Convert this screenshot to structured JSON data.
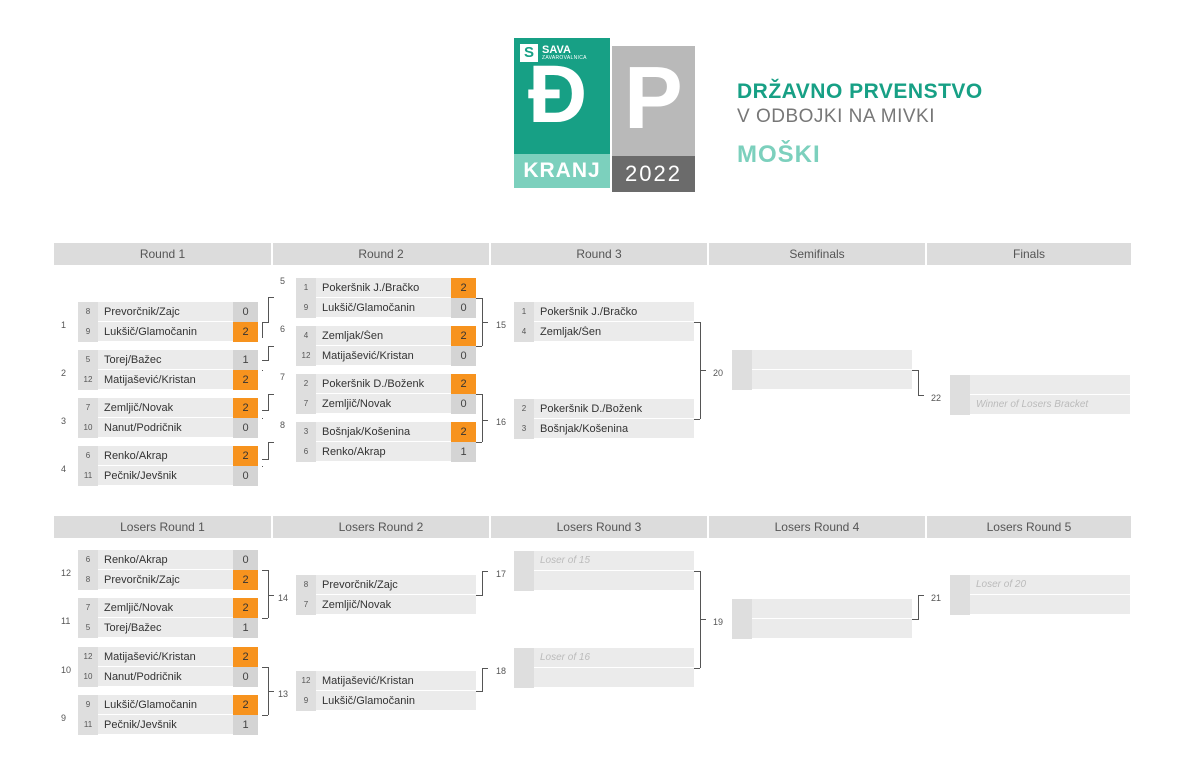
{
  "header": {
    "sponsor": "SAVA",
    "sponsor_sub": "ZAVAROVALNICA",
    "logo_d": "Đ",
    "logo_p": "P",
    "city": "KRANJ",
    "year": "2022",
    "title_line1": "DRŽAVNO PRVENSTVO",
    "title_line2": "V ODBOJKI NA MIVKI",
    "title_line3": "MOŠKI",
    "colors": {
      "green": "#17a085",
      "mint": "#7cd0bd",
      "grey": "#b9b9b9",
      "dark_grey": "#6b6b6b",
      "winner": "#f7931e"
    }
  },
  "winners_rounds": [
    "Round 1",
    "Round 2",
    "Round 3",
    "Semifinals",
    "Finals"
  ],
  "losers_rounds": [
    "Losers Round 1",
    "Losers Round 2",
    "Losers Round 3",
    "Losers Round 4",
    "Losers Round 5"
  ],
  "winners_matches": {
    "m1": {
      "num": "1",
      "teams": [
        {
          "seed": "8",
          "name": "Prevorčnik/Zajc",
          "score": "0"
        },
        {
          "seed": "9",
          "name": "Lukšič/Glamočanin",
          "score": "2"
        }
      ]
    },
    "m2": {
      "num": "2",
      "teams": [
        {
          "seed": "5",
          "name": "Torej/Bažec",
          "score": "1"
        },
        {
          "seed": "12",
          "name": "Matijašević/Kristan",
          "score": "2"
        }
      ]
    },
    "m3": {
      "num": "3",
      "teams": [
        {
          "seed": "7",
          "name": "Zemljič/Novak",
          "score": "2"
        },
        {
          "seed": "10",
          "name": "Nanut/Podričnik",
          "score": "0"
        }
      ]
    },
    "m4": {
      "num": "4",
      "teams": [
        {
          "seed": "6",
          "name": "Renko/Akrap",
          "score": "2"
        },
        {
          "seed": "11",
          "name": "Pečnik/Jevšnik",
          "score": "0"
        }
      ]
    },
    "m5": {
      "num": "5",
      "teams": [
        {
          "seed": "1",
          "name": "Pokeršnik J./Bračko",
          "score": "2"
        },
        {
          "seed": "9",
          "name": "Lukšič/Glamočanin",
          "score": "0"
        }
      ]
    },
    "m6": {
      "num": "6",
      "teams": [
        {
          "seed": "4",
          "name": "Zemljak/Šen",
          "score": "2"
        },
        {
          "seed": "12",
          "name": "Matijašević/Kristan",
          "score": "0"
        }
      ]
    },
    "m7": {
      "num": "7",
      "teams": [
        {
          "seed": "2",
          "name": "Pokeršnik D./Boženk",
          "score": "2"
        },
        {
          "seed": "7",
          "name": "Zemljič/Novak",
          "score": "0"
        }
      ]
    },
    "m8": {
      "num": "8",
      "teams": [
        {
          "seed": "3",
          "name": "Bošnjak/Košenina",
          "score": "2"
        },
        {
          "seed": "6",
          "name": "Renko/Akrap",
          "score": "1"
        }
      ]
    },
    "m15": {
      "num": "15",
      "teams": [
        {
          "seed": "1",
          "name": "Pokeršnik J./Bračko",
          "score": ""
        },
        {
          "seed": "4",
          "name": "Zemljak/Šen",
          "score": ""
        }
      ]
    },
    "m16": {
      "num": "16",
      "teams": [
        {
          "seed": "2",
          "name": "Pokeršnik D./Boženk",
          "score": ""
        },
        {
          "seed": "3",
          "name": "Bošnjak/Košenina",
          "score": ""
        }
      ]
    },
    "m20": {
      "num": "20",
      "teams": [
        {
          "seed": "",
          "name": "",
          "score": ""
        },
        {
          "seed": "",
          "name": "",
          "score": ""
        }
      ]
    },
    "m22": {
      "num": "22",
      "teams": [
        {
          "seed": "",
          "name": "",
          "score": ""
        },
        {
          "seed": "",
          "name": "Winner of Losers Bracket",
          "score": ""
        }
      ]
    }
  },
  "losers_matches": {
    "l12": {
      "num": "12",
      "teams": [
        {
          "seed": "6",
          "name": "Renko/Akrap",
          "score": "0"
        },
        {
          "seed": "8",
          "name": "Prevorčnik/Zajc",
          "score": "2"
        }
      ]
    },
    "l11": {
      "num": "11",
      "teams": [
        {
          "seed": "7",
          "name": "Zemljič/Novak",
          "score": "2"
        },
        {
          "seed": "5",
          "name": "Torej/Bažec",
          "score": "1"
        }
      ]
    },
    "l10": {
      "num": "10",
      "teams": [
        {
          "seed": "12",
          "name": "Matijašević/Kristan",
          "score": "2"
        },
        {
          "seed": "10",
          "name": "Nanut/Podričnik",
          "score": "0"
        }
      ]
    },
    "l9": {
      "num": "9",
      "teams": [
        {
          "seed": "9",
          "name": "Lukšič/Glamočanin",
          "score": "2"
        },
        {
          "seed": "11",
          "name": "Pečnik/Jevšnik",
          "score": "1"
        }
      ]
    },
    "l14": {
      "num": "14",
      "teams": [
        {
          "seed": "8",
          "name": "Prevorčnik/Zajc",
          "score": ""
        },
        {
          "seed": "7",
          "name": "Zemljič/Novak",
          "score": ""
        }
      ]
    },
    "l13": {
      "num": "13",
      "teams": [
        {
          "seed": "12",
          "name": "Matijašević/Kristan",
          "score": ""
        },
        {
          "seed": "9",
          "name": "Lukšič/Glamočanin",
          "score": ""
        }
      ]
    },
    "l17": {
      "num": "17",
      "teams": [
        {
          "seed": "",
          "name": "Loser of 15",
          "score": ""
        },
        {
          "seed": "",
          "name": "",
          "score": ""
        }
      ]
    },
    "l18": {
      "num": "18",
      "teams": [
        {
          "seed": "",
          "name": "Loser of 16",
          "score": ""
        },
        {
          "seed": "",
          "name": "",
          "score": ""
        }
      ]
    },
    "l19": {
      "num": "19",
      "teams": [
        {
          "seed": "",
          "name": "",
          "score": ""
        },
        {
          "seed": "",
          "name": "",
          "score": ""
        }
      ]
    },
    "l21": {
      "num": "21",
      "teams": [
        {
          "seed": "",
          "name": "Loser of 20",
          "score": ""
        },
        {
          "seed": "",
          "name": "",
          "score": ""
        }
      ]
    }
  }
}
